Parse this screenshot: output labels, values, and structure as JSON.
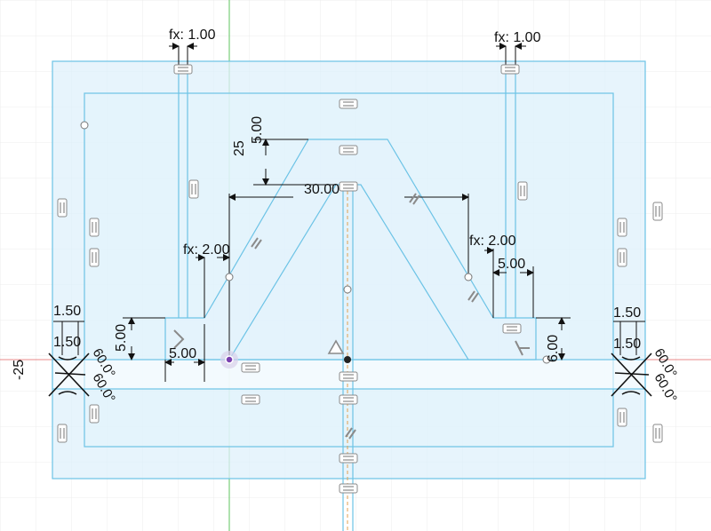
{
  "colors": {
    "background": "#ffffff",
    "grid": "#ececec",
    "profile_fill": "#dff0fb",
    "profile_fill_inner": "#e8f5fc",
    "sketch_line": "#6cc3e6",
    "dimension": "#111111",
    "axis_green": "#5fc45f",
    "axis_red": "#e05a5a",
    "constraint_icon": "#9a9a9a",
    "selected_point": "#7a3fb0"
  },
  "dimensions": {
    "fx_top_left": "fx: 1.00",
    "fx_top_right": "fx: 1.00",
    "fx_mid_left": "fx: 2.00",
    "fx_mid_right": "fx: 2.00",
    "dim_5_top": "5.00",
    "dim_25": "25",
    "dim_30": "30.00",
    "dim_5_right": "5.00",
    "dim_5_left_bottom": "5.00",
    "dim_5_left_vertical": "5.00",
    "dim_6_right_vertical": "6.00",
    "dim_150_left_a": "1.50",
    "dim_150_left_b": "1.50",
    "dim_150_right_a": "1.50",
    "dim_150_right_b": "1.50",
    "angle_60_left_a": "60.0°",
    "angle_60_left_b": "60.0°",
    "angle_60_right_a": "60.0°",
    "angle_60_right_b": "60.0°",
    "ruler_neg25": "-25"
  },
  "icons": {
    "constraint": "horizontal-constraint-icon",
    "parallel": "parallel-constraint-icon",
    "coincident": "coincident-icon",
    "perpendicular": "perpendicular-constraint-icon",
    "symmetry": "symmetry-constraint-icon"
  }
}
